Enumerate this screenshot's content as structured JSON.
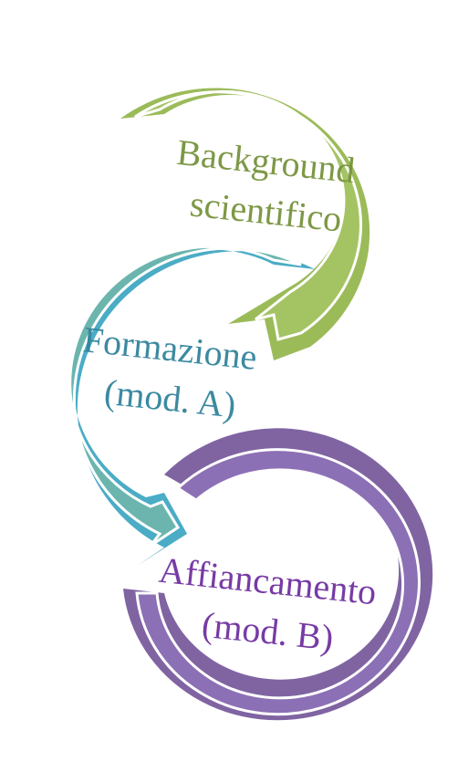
{
  "steps": [
    {
      "line1": "Background",
      "line2": "scientifico",
      "color": "#9BBB59",
      "text_color": "#76923C"
    },
    {
      "line1": "Formazione",
      "line2": "(mod. A)",
      "color": "#4BACC6",
      "text_color": "#31849B"
    },
    {
      "line1": "Affiancamento",
      "line2": "(mod. B)",
      "color": "#8064A2",
      "text_color": "#7030A0"
    }
  ]
}
